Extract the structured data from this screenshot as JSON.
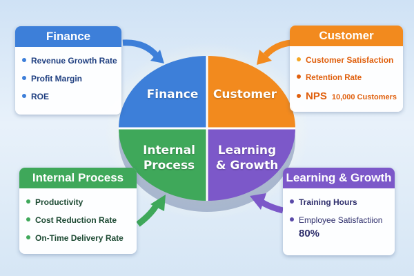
{
  "colors": {
    "finance": "#3d7fd9",
    "customer": "#f28a1e",
    "internal": "#3fa85a",
    "learning": "#7c58c9"
  },
  "wheel": {
    "finance": "Finance",
    "customer": "Customer",
    "internal_l1": "Internal",
    "internal_l2": "Process",
    "learning_l1": "Learning",
    "learning_l2": "& Growth"
  },
  "finance": {
    "title": "Finance",
    "items": [
      "Revenue Growth Rate",
      "Profit Margin",
      "ROE"
    ]
  },
  "customer": {
    "title": "Customer",
    "items": [
      "Customer Satisfaction",
      "Retention Rate"
    ],
    "nps_label": "NPS",
    "nps_value": "10,000 Customers"
  },
  "internal": {
    "title": "Internal Process",
    "items": [
      "Productivity",
      "Cost Reduction Rate",
      "On-Time Delivery Rate"
    ]
  },
  "learning": {
    "title": "Learning & Growth",
    "items": [
      "Training Hours",
      "Employee Satisfactiion"
    ],
    "value": "80%"
  }
}
